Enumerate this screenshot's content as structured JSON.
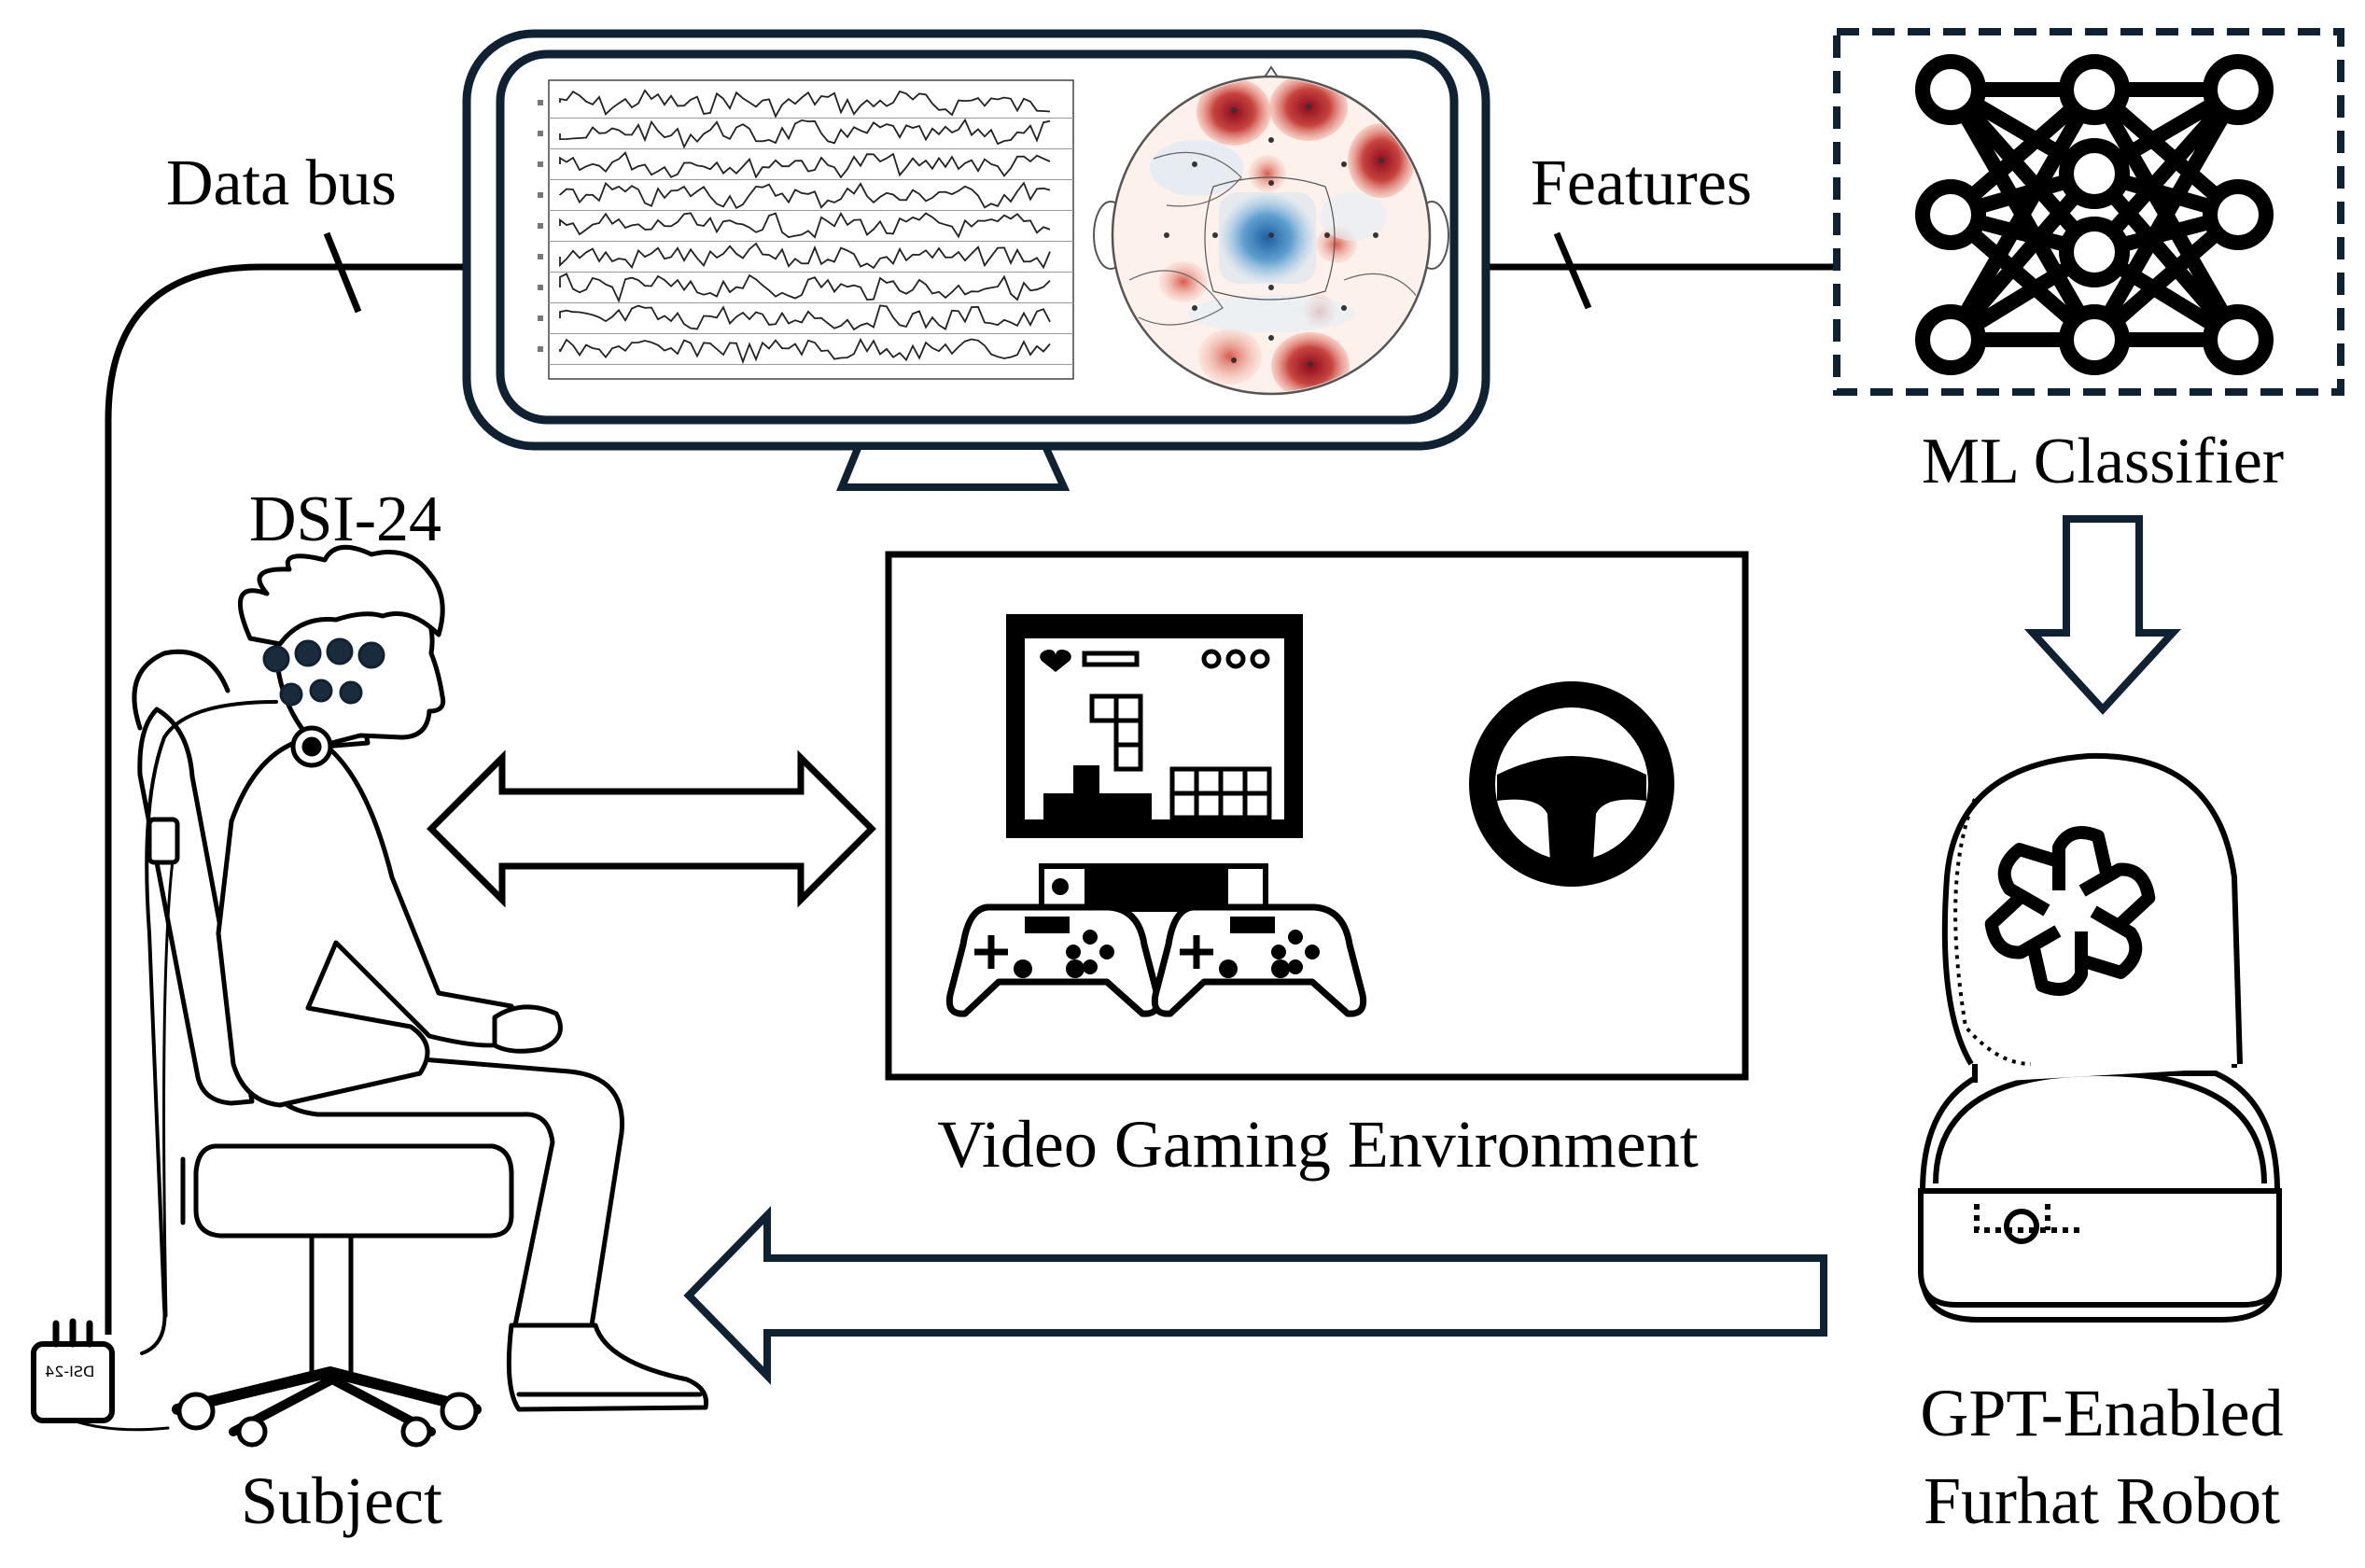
{
  "labels": {
    "data_bus": "Data bus",
    "features": "Features",
    "dsi": "DSI-24",
    "ml_classifier": "ML Classifier",
    "video_gaming": "Video Gaming Environment",
    "subject": "Subject",
    "robot_line1": "GPT-Enabled",
    "robot_line2": "Furhat Robot",
    "amplifier_text": "DSI-24"
  },
  "colors": {
    "navy": "#0e2233",
    "line": "#000000",
    "topo_red": "#b2182b",
    "topo_blue": "#2c7bb6"
  },
  "icons": {
    "monitor": "eeg-monitor-icon",
    "network": "neural-network-icon",
    "robot": "furhat-robot-icon",
    "openai": "openai-logo-icon",
    "game": "retro-game-screen-icon",
    "gamepad": "gamepad-icon",
    "wheel": "steering-wheel-icon",
    "person": "seated-subject-icon"
  }
}
